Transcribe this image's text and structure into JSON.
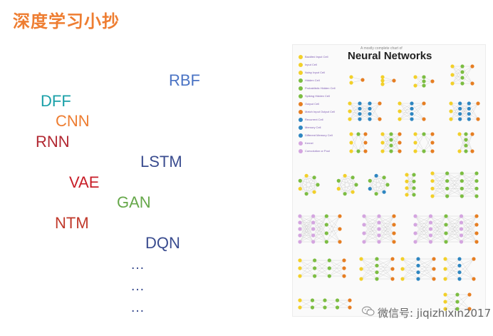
{
  "slide": {
    "title": "深度学习小抄",
    "title_color": "#ee7d31"
  },
  "terms": [
    {
      "id": "rbf",
      "text": "RBF",
      "color": "#4a73c4"
    },
    {
      "id": "dff",
      "text": "DFF",
      "color": "#1aa0a8"
    },
    {
      "id": "cnn",
      "text": "CNN",
      "color": "#ee7d31"
    },
    {
      "id": "rnn",
      "text": "RNN",
      "color": "#b22832"
    },
    {
      "id": "lstm",
      "text": "LSTM",
      "color": "#3a4c8f"
    },
    {
      "id": "vae",
      "text": "VAE",
      "color": "#c81e28"
    },
    {
      "id": "gan",
      "text": "GAN",
      "color": "#66a84a"
    },
    {
      "id": "ntm",
      "text": "NTM",
      "color": "#c0392b"
    },
    {
      "id": "dqn",
      "text": "DQN",
      "color": "#3a4c8f"
    }
  ],
  "ellipses": [
    "…",
    "…",
    "…"
  ],
  "poster": {
    "subtitle": "A mostly complete chart of",
    "title": "Neural Networks",
    "legend": [
      {
        "label": "Backfed Input Cell",
        "color": "#f2d02a"
      },
      {
        "label": "Input Cell",
        "color": "#f2d02a"
      },
      {
        "label": "Noisy Input Cell",
        "color": "#f2d02a"
      },
      {
        "label": "Hidden Cell",
        "color": "#7cbd42"
      },
      {
        "label": "Probablistic Hidden Cell",
        "color": "#7cbd42"
      },
      {
        "label": "Spiking Hidden Cell",
        "color": "#7cbd42"
      },
      {
        "label": "Output Cell",
        "color": "#e67e22"
      },
      {
        "label": "Match Input Output Cell",
        "color": "#e67e22"
      },
      {
        "label": "Recurrent Cell",
        "color": "#2e86c1"
      },
      {
        "label": "Memory Cell",
        "color": "#2e86c1"
      },
      {
        "label": "Different Memory Cell",
        "color": "#2e86c1"
      },
      {
        "label": "Kernel",
        "color": "#d4a5e0"
      },
      {
        "label": "Convolution or Pool",
        "color": "#d4a5e0"
      }
    ],
    "colors": {
      "input": "#f2d02a",
      "hidden": "#7cbd42",
      "output": "#e67e22",
      "recurrent": "#2e86c1",
      "kernel": "#d4a5e0",
      "match": "#a3c940"
    }
  },
  "watermark": {
    "text": "微信号: jiqizhixin2017"
  }
}
